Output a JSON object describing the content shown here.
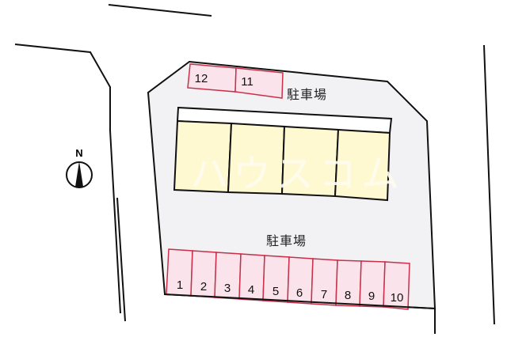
{
  "site_plan": {
    "parking_labels": [
      "駐車場",
      "駐車場"
    ],
    "north_label": "N",
    "watermark": "ハウスコム",
    "top_spaces": [
      "12",
      "11"
    ],
    "bottom_spaces": [
      "1",
      "2",
      "3",
      "4",
      "5",
      "6",
      "7",
      "8",
      "9",
      "10"
    ],
    "building_units": 4,
    "colors": {
      "lot_fill": "#f2f2f4",
      "space_fill": "#fbe3ec",
      "space_stroke": "#c8304a",
      "building_fill": "#fff9d2",
      "line": "#111111"
    }
  }
}
